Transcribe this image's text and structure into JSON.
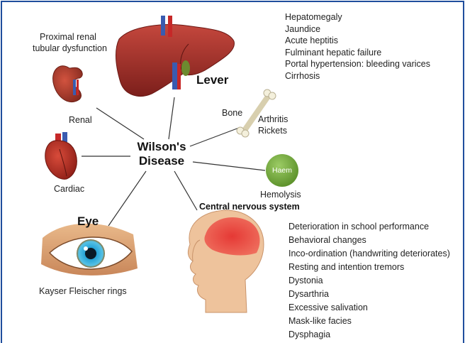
{
  "center": {
    "line1": "Wilson's",
    "line2": "Disease"
  },
  "liver": {
    "title": "Lever",
    "symptoms": [
      "Hepatomegaly",
      "Jaundice",
      "Acute heptitis",
      "Fulminant hepatic failure",
      "Portal hypertension: bleeding  varices",
      "Cirrhosis"
    ]
  },
  "renal": {
    "caption_line1": "Proximal renal",
    "caption_line2": "tubular dysfunction",
    "label": "Renal"
  },
  "bone": {
    "label": "Bone",
    "symptoms": [
      "Arthritis",
      "Rickets"
    ]
  },
  "cardiac": {
    "label": "Cardiac"
  },
  "blood": {
    "badge": "Haem",
    "label": "Hemolysis"
  },
  "eye": {
    "title": "Eye",
    "caption": "Kayser Fleischer rings"
  },
  "cns": {
    "title": "Central nervous system",
    "symptoms": [
      "Deterioration in school performance",
      "Behavioral changes",
      "Inco-ordination (handwriting deteriorates)",
      "Resting and intention tremors",
      "Dystonia",
      "Dysarthria",
      "Excessive salivation",
      "Mask-like facies",
      "Dysphagia"
    ]
  },
  "icons": [
    "kidney-icon",
    "liver-icon",
    "bone-icon",
    "heart-icon",
    "blood-icon",
    "eye-icon",
    "head-icon"
  ],
  "colors": {
    "frame": "#1f4e9c",
    "haem": "#7cb342",
    "brain_highlight": "#e53935",
    "iris": "#2aa6d8",
    "organ_red": "#a8322b"
  }
}
